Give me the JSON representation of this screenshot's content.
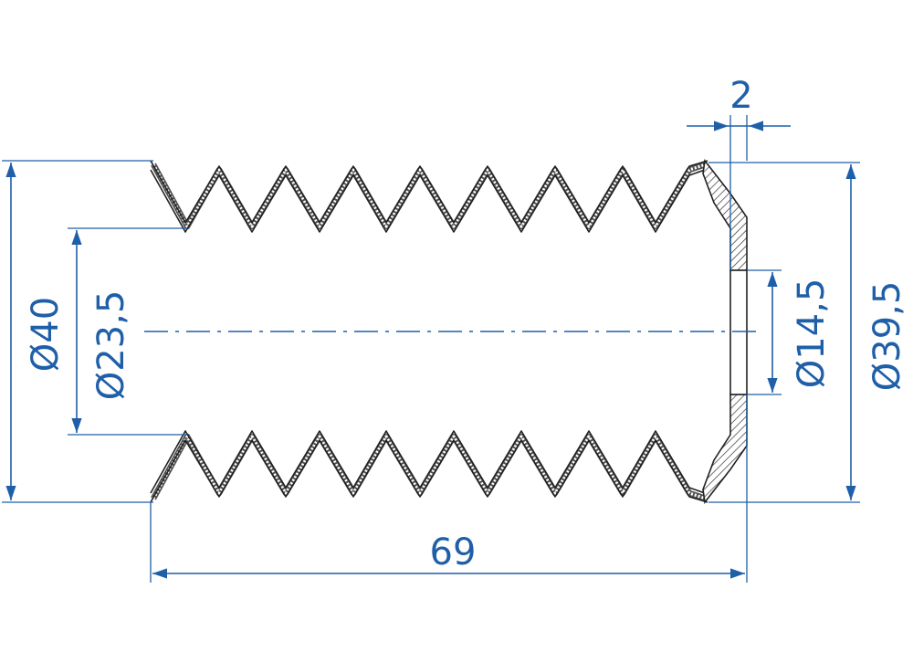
{
  "dimensions": {
    "overall_length": "69",
    "outer_diameter_left": "Ø40",
    "inner_diameter_left": "Ø23,5",
    "end_hole_diameter": "Ø14,5",
    "outer_diameter_right": "Ø39,5",
    "end_wall_thickness": "2"
  },
  "colors": {
    "dimension": "#1f5fa8",
    "part": "#222222"
  }
}
